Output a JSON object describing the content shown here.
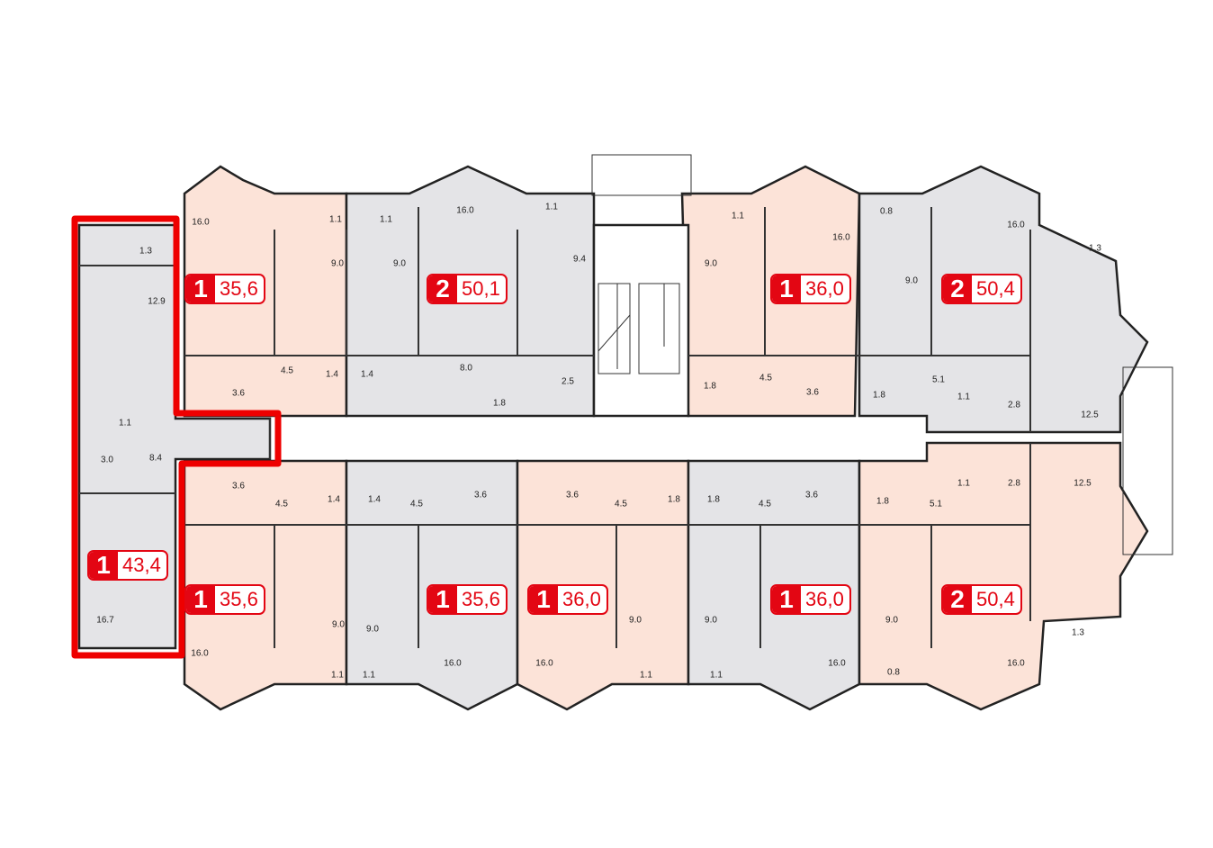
{
  "colors": {
    "pink": "#fce3d8",
    "gray": "#e4e4e7",
    "accent": "#e30613",
    "wall": "#222222"
  },
  "apartments": [
    {
      "rooms": "1",
      "area": "43,4",
      "selected": true
    },
    {
      "rooms": "1",
      "area": "35,6"
    },
    {
      "rooms": "2",
      "area": "50,1"
    },
    {
      "rooms": "1",
      "area": "36,0"
    },
    {
      "rooms": "2",
      "area": "50,4"
    },
    {
      "rooms": "1",
      "area": "35,6"
    },
    {
      "rooms": "1",
      "area": "35,6"
    },
    {
      "rooms": "1",
      "area": "36,0"
    },
    {
      "rooms": "1",
      "area": "36,0"
    },
    {
      "rooms": "2",
      "area": "50,4"
    }
  ],
  "room_areas": [
    "16.0",
    "1.1",
    "1.1",
    "16.0",
    "1.1",
    "1.3",
    "12.9",
    "9.0",
    "9.0",
    "9.4",
    "4.5",
    "1.4",
    "1.4",
    "8.0",
    "2.5",
    "3.6",
    "1.1",
    "1.8",
    "1.1",
    "0.8",
    "16.0",
    "16.0",
    "1.3",
    "9.0",
    "9.0",
    "4.5",
    "3.6",
    "1.8",
    "1.8",
    "5.1",
    "1.1",
    "2.8",
    "12.5",
    "3.0",
    "8.4",
    "16.7",
    "3.6",
    "4.5",
    "1.4",
    "1.4",
    "4.5",
    "3.6",
    "3.6",
    "4.5",
    "1.8",
    "1.8",
    "4.5",
    "3.6",
    "1.8",
    "5.1",
    "1.1",
    "2.8",
    "12.5",
    "9.0",
    "9.0",
    "9.0",
    "9.0",
    "9.0",
    "16.0",
    "16.0",
    "16.0",
    "16.0",
    "16.0",
    "1.1",
    "1.1",
    "1.1",
    "1.1",
    "0.8",
    "1.3"
  ]
}
